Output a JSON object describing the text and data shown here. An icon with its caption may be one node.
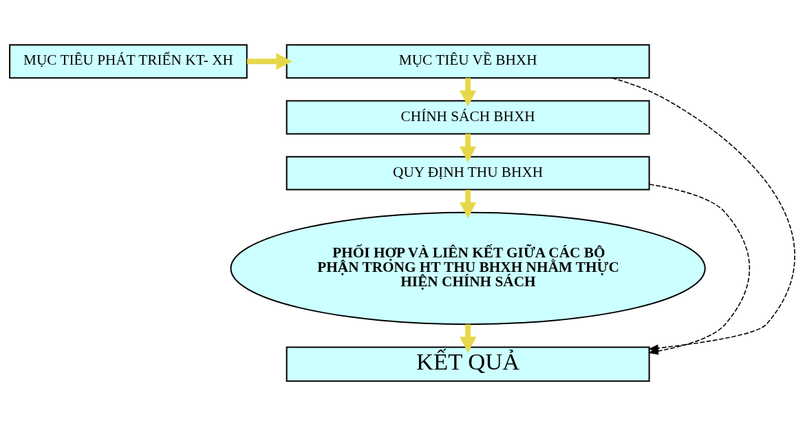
{
  "diagram": {
    "nodes": [
      {
        "text": [
          "MỤC TIÊU PHÁT TRIỂN KT- XH"
        ]
      },
      {
        "text": [
          "MỤC TIÊU VỀ BHXH"
        ]
      },
      {
        "text": [
          "CHÍNH SÁCH BHXH"
        ]
      },
      {
        "text": [
          "QUY ĐỊNH THU BHXH"
        ]
      },
      {
        "text": [
          "PHỐI HỢP VÀ LIÊN KẾT GIỮA CÁC BỘ PHẬN TRONG HT THU BHXH NHẰM THỰC HIỆN CHÍNH SÁCH"
        ]
      },
      {
        "text": [
          "KẾT QUẢ"
        ]
      }
    ],
    "edges": [
      {
        "from": 0,
        "to": 1,
        "arrow": "to"
      },
      {
        "from": 1,
        "to": 2,
        "arrow": "to"
      },
      {
        "from": 2,
        "to": 3,
        "arrow": "to"
      },
      {
        "from": 3,
        "to": 4,
        "arrow": "to"
      },
      {
        "from": 4,
        "to": 5,
        "arrow": "to"
      },
      {
        "from": 3,
        "to": 5,
        "arrow": "to",
        "style": "dashed",
        "color": "#000000"
      },
      {
        "from": 1,
        "to": 5,
        "arrow": "to",
        "style": "dashed",
        "color": "#000000"
      }
    ]
  }
}
